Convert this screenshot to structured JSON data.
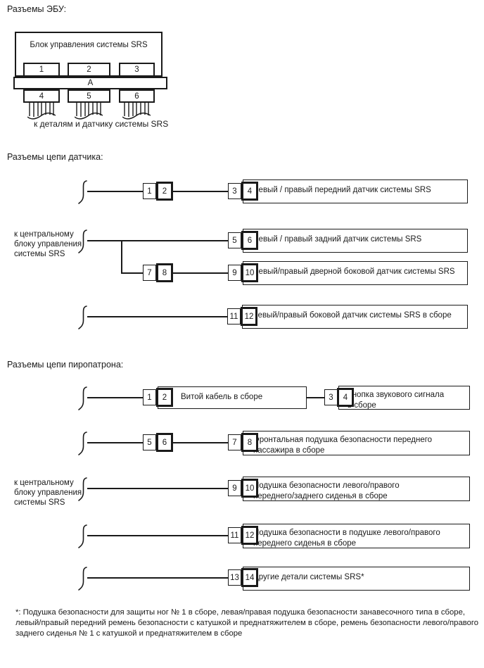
{
  "ecu": {
    "heading": "Разъемы ЭБУ:",
    "unit_label": "Блок управления системы SRS",
    "bar_label": "А",
    "top_connectors": [
      "1",
      "2",
      "3"
    ],
    "bottom_connectors": [
      "4",
      "5",
      "6"
    ],
    "caption": "к деталям и датчику системы SRS"
  },
  "sensor": {
    "heading": "Разъемы цепи датчика:",
    "source_label": [
      "к центральному",
      "блоку управления",
      "системы SRS"
    ],
    "rows": [
      {
        "mid": [
          "1",
          "2"
        ],
        "end": [
          "3",
          "4"
        ],
        "label": "Левый / правый передний датчик системы SRS"
      },
      {
        "end": [
          "5",
          "6"
        ],
        "label": "Левый / правый задний датчик системы SRS"
      },
      {
        "mid": [
          "7",
          "8"
        ],
        "end": [
          "9",
          "10"
        ],
        "label": "Левый/правый дверной боковой датчик системы SRS"
      },
      {
        "end": [
          "11",
          "12"
        ],
        "label": "Левый/правый боковой датчик системы SRS в сборе"
      }
    ]
  },
  "squib": {
    "heading": "Разъемы цепи пиропатрона:",
    "source_label": [
      "к центральному",
      "блоку управления",
      "системы SRS"
    ],
    "rows": [
      {
        "mid": [
          "1",
          "2"
        ],
        "mid_label": "Витой кабель в сборе",
        "end": [
          "3",
          "4"
        ],
        "label": [
          "Кнопка звукового сигнала",
          "в сборе"
        ]
      },
      {
        "mid": [
          "5",
          "6"
        ],
        "end": [
          "7",
          "8"
        ],
        "label": [
          "Фронтальная подушка безопасности переднего",
          "пассажира в сборе"
        ]
      },
      {
        "end": [
          "9",
          "10"
        ],
        "label": [
          "Подушка безопасности левого/правого",
          "переднего/заднего сиденья в сборе"
        ]
      },
      {
        "end": [
          "11",
          "12"
        ],
        "label": [
          "Подушка безопасности в подушке левого/правого",
          "переднего сиденья в сборе"
        ]
      },
      {
        "end": [
          "13",
          "14"
        ],
        "label": [
          "Другие детали системы SRS*"
        ]
      }
    ]
  },
  "footnote": [
    "*: Подушка безопасности для защиты ног № 1 в сборе, левая/правая подушка безопасности занавесочного типа в сборе,",
    "левый/правый передний ремень безопасности с катушкой и преднатяжителем в сборе, ремень безопасности левого/правого",
    "заднего сиденья № 1 с катушкой и преднатяжителем в сборе"
  ],
  "colors": {
    "line": "#1a1a1a",
    "background": "#ffffff"
  }
}
